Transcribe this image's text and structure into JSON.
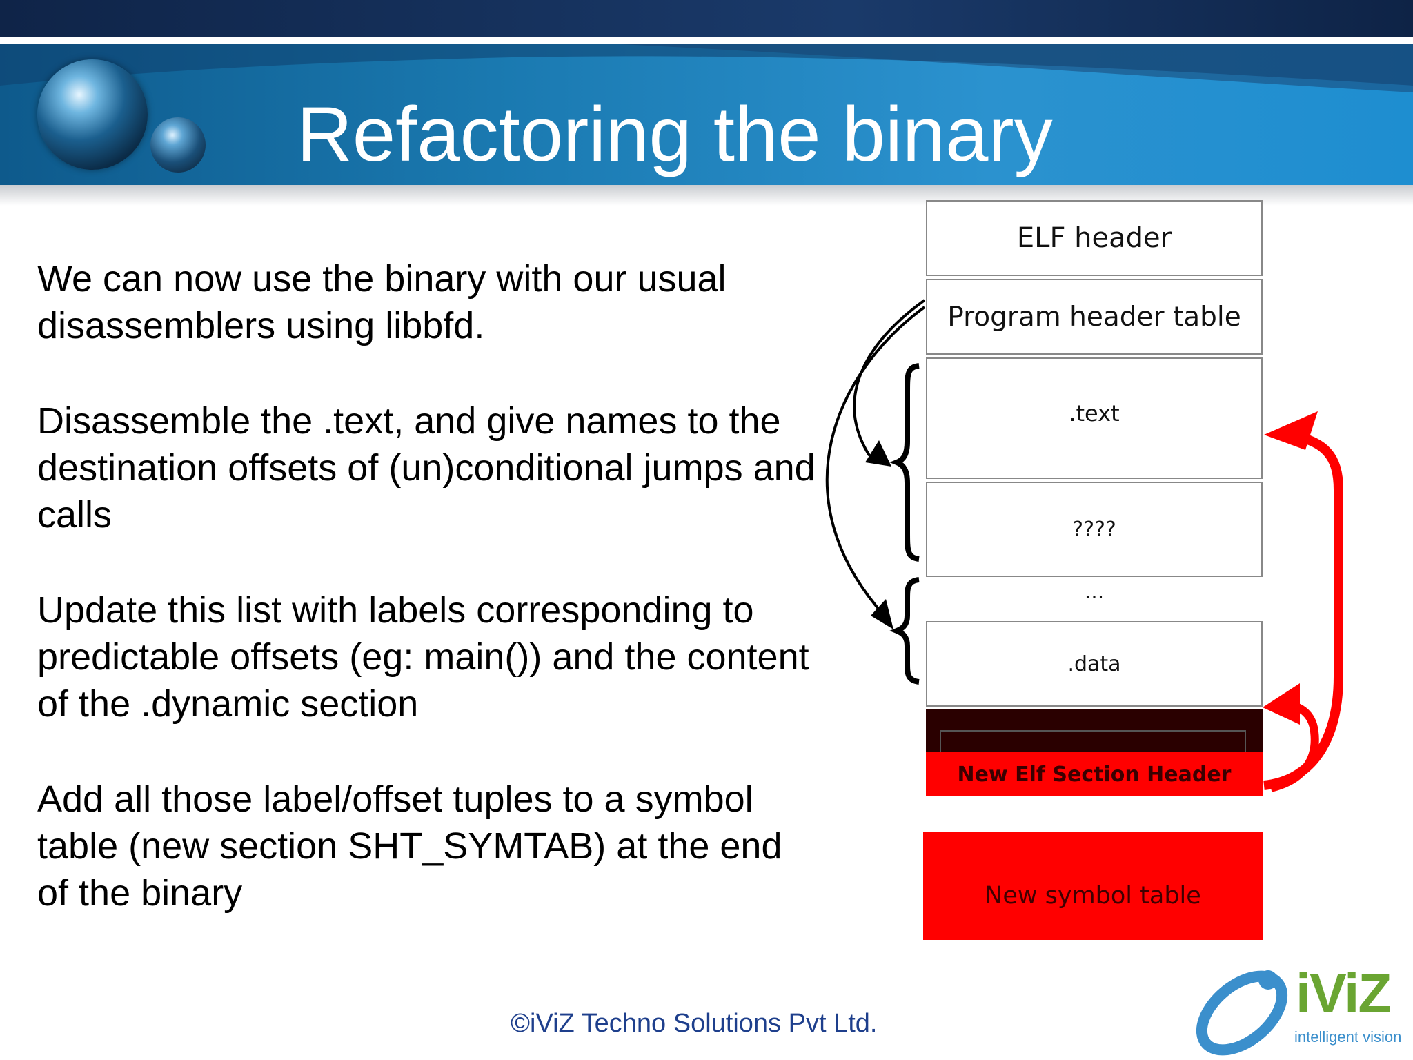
{
  "slide": {
    "title": "Refactoring the binary"
  },
  "bullets": [
    "We can now use the binary with our usual disassemblers using libbfd.",
    "Disassemble the .text, and give names to the destination offsets of (un)conditional jumps and calls",
    "Update this list with labels corresponding to predictable offsets (eg: main()) and the content of the .dynamic section",
    "Add all those label/offset tuples to a symbol table (new section SHT_SYMTAB) at the end of the binary"
  ],
  "diagram": {
    "elf_header": "ELF header",
    "program_header_table": "Program header table",
    "text": ".text",
    "unknown": "????",
    "ellipsis": "...",
    "data": ".data",
    "new_section_header": "New Elf Section Header",
    "new_symbol_table": "New symbol table"
  },
  "colors": {
    "highlight_red": "#ff0000",
    "banner_blue": "#1a79b0",
    "footer_blue": "#1e3f8c",
    "logo_green": "#6aa532"
  },
  "footer": {
    "copyright": "©iViZ Techno Solutions Pvt Ltd."
  },
  "logo": {
    "name": "iViZ",
    "tagline": "intelligent vision"
  }
}
